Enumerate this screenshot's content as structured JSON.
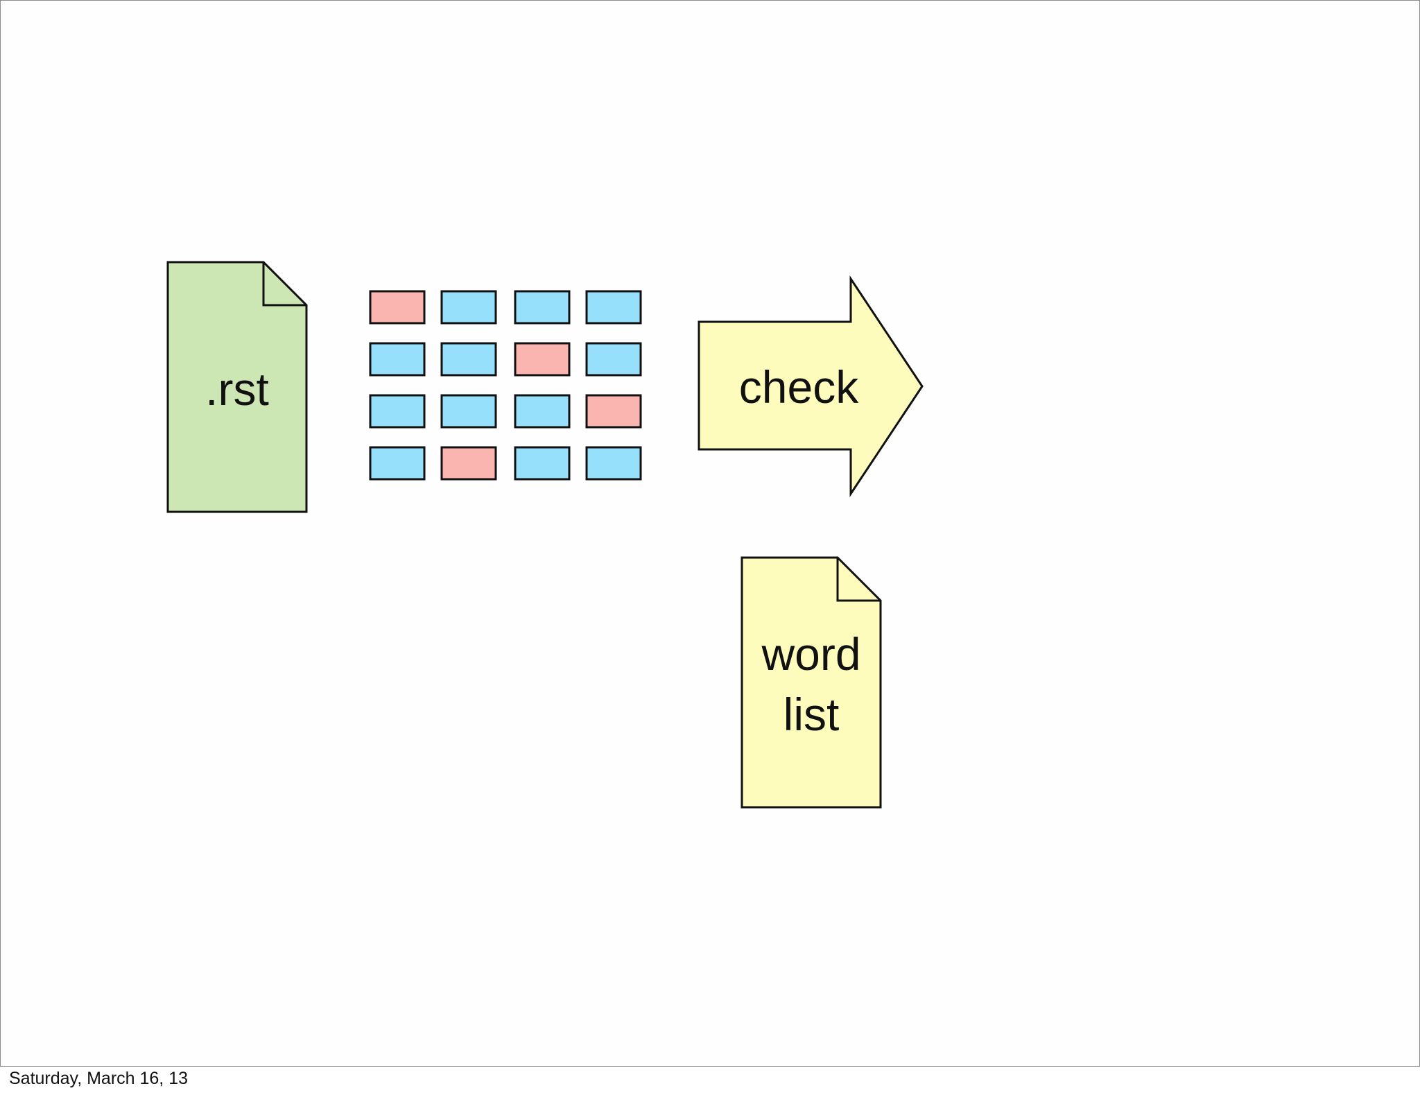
{
  "diagram": {
    "source_doc": {
      "label": ".rst",
      "fill": "#cce7b3",
      "icon": "document-icon"
    },
    "token_grid": {
      "rows": [
        [
          "error",
          "ok",
          "ok",
          "ok"
        ],
        [
          "ok",
          "ok",
          "error",
          "ok"
        ],
        [
          "ok",
          "ok",
          "ok",
          "error"
        ],
        [
          "ok",
          "error",
          "ok",
          "ok"
        ]
      ],
      "colors": {
        "ok": "#97e0fb",
        "error": "#fbb5b0"
      }
    },
    "process": {
      "label": "check",
      "fill": "#fdfcbd",
      "icon": "arrow-right-icon"
    },
    "output_doc": {
      "label_line1": "word",
      "label_line2": "list",
      "fill": "#fdfcbd",
      "icon": "document-icon"
    },
    "stroke_color": "#111111"
  },
  "footer": {
    "date": "Saturday, March 16, 13"
  }
}
